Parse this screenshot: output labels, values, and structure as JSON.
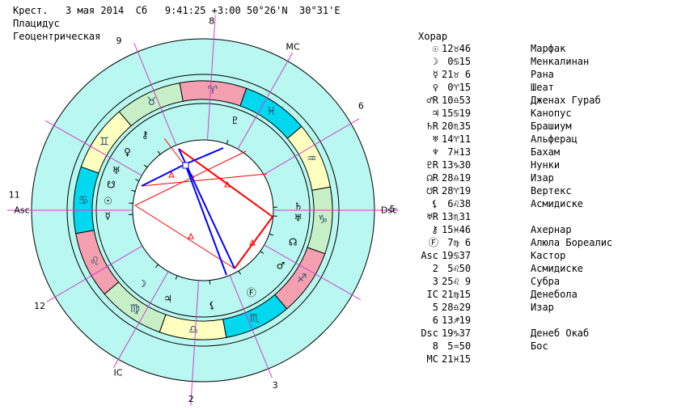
{
  "header": {
    "line1": "Крест.   3 мая 2014  Сб   9:41:25 +3:00 50°26'N  30°31'E",
    "line2": "Плацидус",
    "line3": "Геоцентрическая"
  },
  "table": {
    "title": "Хорар",
    "rows": [
      {
        "symbol": "☉",
        "position": "12♉46",
        "star": "Марфак"
      },
      {
        "symbol": "☽",
        "position": " 0♋15",
        "star": "Менкалинан"
      },
      {
        "symbol": "☿",
        "position": "21♉ 6",
        "star": "Рана"
      },
      {
        "symbol": "♀",
        "position": " 0♈15",
        "star": "Шеат"
      },
      {
        "symbol": "♂R",
        "position": "10♎53",
        "star": "Дженах Гураб"
      },
      {
        "symbol": "♃",
        "position": "15♋19",
        "star": "Канопус"
      },
      {
        "symbol": "♄R",
        "position": "20♏35",
        "star": "Брашиум"
      },
      {
        "symbol": "♅",
        "position": "14♈11",
        "star": "Альферац"
      },
      {
        "symbol": "♆",
        "position": " 7♓13",
        "star": "Бахам"
      },
      {
        "symbol": "♇R",
        "position": "13♑30",
        "star": "Нунки"
      },
      {
        "symbol": "☊R",
        "position": "28♎19",
        "star": "Изар"
      },
      {
        "symbol": "☋R",
        "position": "28♈19",
        "star": "Вертекс"
      },
      {
        "symbol": "⚸",
        "position": " 6♌38",
        "star": "Асмидиске"
      },
      {
        "symbol": "♅R",
        "position": "13♏31",
        "star": ""
      },
      {
        "symbol": "⚷",
        "position": "15♓46",
        "star": "Ахернар"
      },
      {
        "symbol": "Ⓕ",
        "position": " 7♍ 6",
        "star": "Алюла Бореалис"
      },
      {
        "symbol": "Asc",
        "position": "19♋37",
        "star": "Кастор"
      },
      {
        "symbol": "2",
        "position": " 5♌50",
        "star": "Асмидиске"
      },
      {
        "symbol": "3",
        "position": "25♌ 9",
        "star": "Субра"
      },
      {
        "symbol": "IC",
        "position": "21♍15",
        "star": "Денебола"
      },
      {
        "symbol": "5",
        "position": "28♎29",
        "star": "Изар"
      },
      {
        "symbol": "6",
        "position": "13♐19",
        "star": ""
      },
      {
        "symbol": "Dsc",
        "position": "19♑37",
        "star": "Денеб Окаб"
      },
      {
        "symbol": "8",
        "position": " 5♒50",
        "star": "Бос"
      },
      {
        "symbol": "MC",
        "position": "21♓15",
        "star": ""
      }
    ]
  },
  "wheel": {
    "axis_labels": {
      "asc": "Asc",
      "dsc": "Dsc",
      "mc": "MC",
      "ic": "IC"
    },
    "house_labels": [
      {
        "label": "11",
        "lon": 105
      },
      {
        "label": "12",
        "lon": 140
      },
      {
        "label": "2",
        "lon": 196
      },
      {
        "label": "3",
        "lon": 222
      },
      {
        "label": "5",
        "lon": 290
      },
      {
        "label": "6",
        "lon": 323
      },
      {
        "label": "8",
        "lon": 17
      },
      {
        "label": "9",
        "lon": 46
      }
    ],
    "signs": [
      {
        "glyph": "♈",
        "color": "#f4a0b0"
      },
      {
        "glyph": "♉",
        "color": "#c8f0c8"
      },
      {
        "glyph": "♊",
        "color": "#ffffc0"
      },
      {
        "glyph": "♋",
        "color": "#00d8f0"
      },
      {
        "glyph": "♌",
        "color": "#f4a0b0"
      },
      {
        "glyph": "♍",
        "color": "#c8f0c8"
      },
      {
        "glyph": "♎",
        "color": "#ffffc0"
      },
      {
        "glyph": "♏",
        "color": "#00d8f0"
      },
      {
        "glyph": "♐",
        "color": "#f4a0b0"
      },
      {
        "glyph": "♑",
        "color": "#c8f0c8"
      },
      {
        "glyph": "♒",
        "color": "#ffffc0"
      },
      {
        "glyph": "♓",
        "color": "#00d8f0"
      }
    ],
    "planet_glyphs": [
      {
        "glyph": "☿",
        "lon": 113
      },
      {
        "glyph": "☉",
        "lon": 104
      },
      {
        "glyph": "☋",
        "lon": 94
      },
      {
        "glyph": "♅",
        "lon": 85
      },
      {
        "glyph": "♀",
        "lon": 72
      },
      {
        "glyph": "⚷",
        "lon": 57
      },
      {
        "glyph": "☽",
        "lon": 160
      },
      {
        "glyph": "♃",
        "lon": 178
      },
      {
        "glyph": "⚸",
        "lon": 205
      },
      {
        "glyph": "Ⓕ",
        "lon": 230
      },
      {
        "glyph": "♂",
        "lon": 254
      },
      {
        "glyph": "☊",
        "lon": 270
      },
      {
        "glyph": "♅",
        "lon": 285
      },
      {
        "glyph": "♄",
        "lon": 292
      },
      {
        "glyph": "♇",
        "lon": 0
      }
    ],
    "colors": {
      "outer_ring": "#b8f8f0",
      "inner_ring": "#b8f8f0",
      "house_line": "#d040d0",
      "red_aspect": "#ff0000",
      "blue_aspect": "#0000ff"
    }
  }
}
